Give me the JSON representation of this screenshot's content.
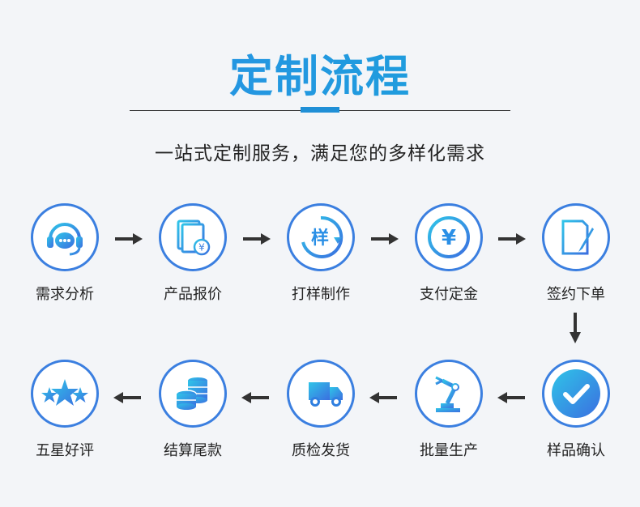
{
  "header": {
    "title": "定制流程",
    "subtitle": "一站式定制服务，满足您的多样化需求"
  },
  "icon_glyphs": {
    "sample": "样",
    "yuan": "¥",
    "yuan_small": "¥"
  },
  "steps": [
    {
      "label": "需求分析",
      "icon": "headset-chat-icon"
    },
    {
      "label": "产品报价",
      "icon": "quote-document-icon"
    },
    {
      "label": "打样制作",
      "icon": "sample-cycle-icon"
    },
    {
      "label": "支付定金",
      "icon": "yuan-coin-icon"
    },
    {
      "label": "签约下单",
      "icon": "contract-sign-icon"
    },
    {
      "label": "样品确认",
      "icon": "check-icon"
    },
    {
      "label": "批量生产",
      "icon": "robot-arm-icon"
    },
    {
      "label": "质检发货",
      "icon": "delivery-truck-icon"
    },
    {
      "label": "结算尾款",
      "icon": "coin-stack-icon"
    },
    {
      "label": "五星好评",
      "icon": "five-star-icon"
    }
  ],
  "colors": {
    "accent": "#3b7fe0",
    "title_gradient_start": "#2a8fe6",
    "arrow": "#333333"
  }
}
